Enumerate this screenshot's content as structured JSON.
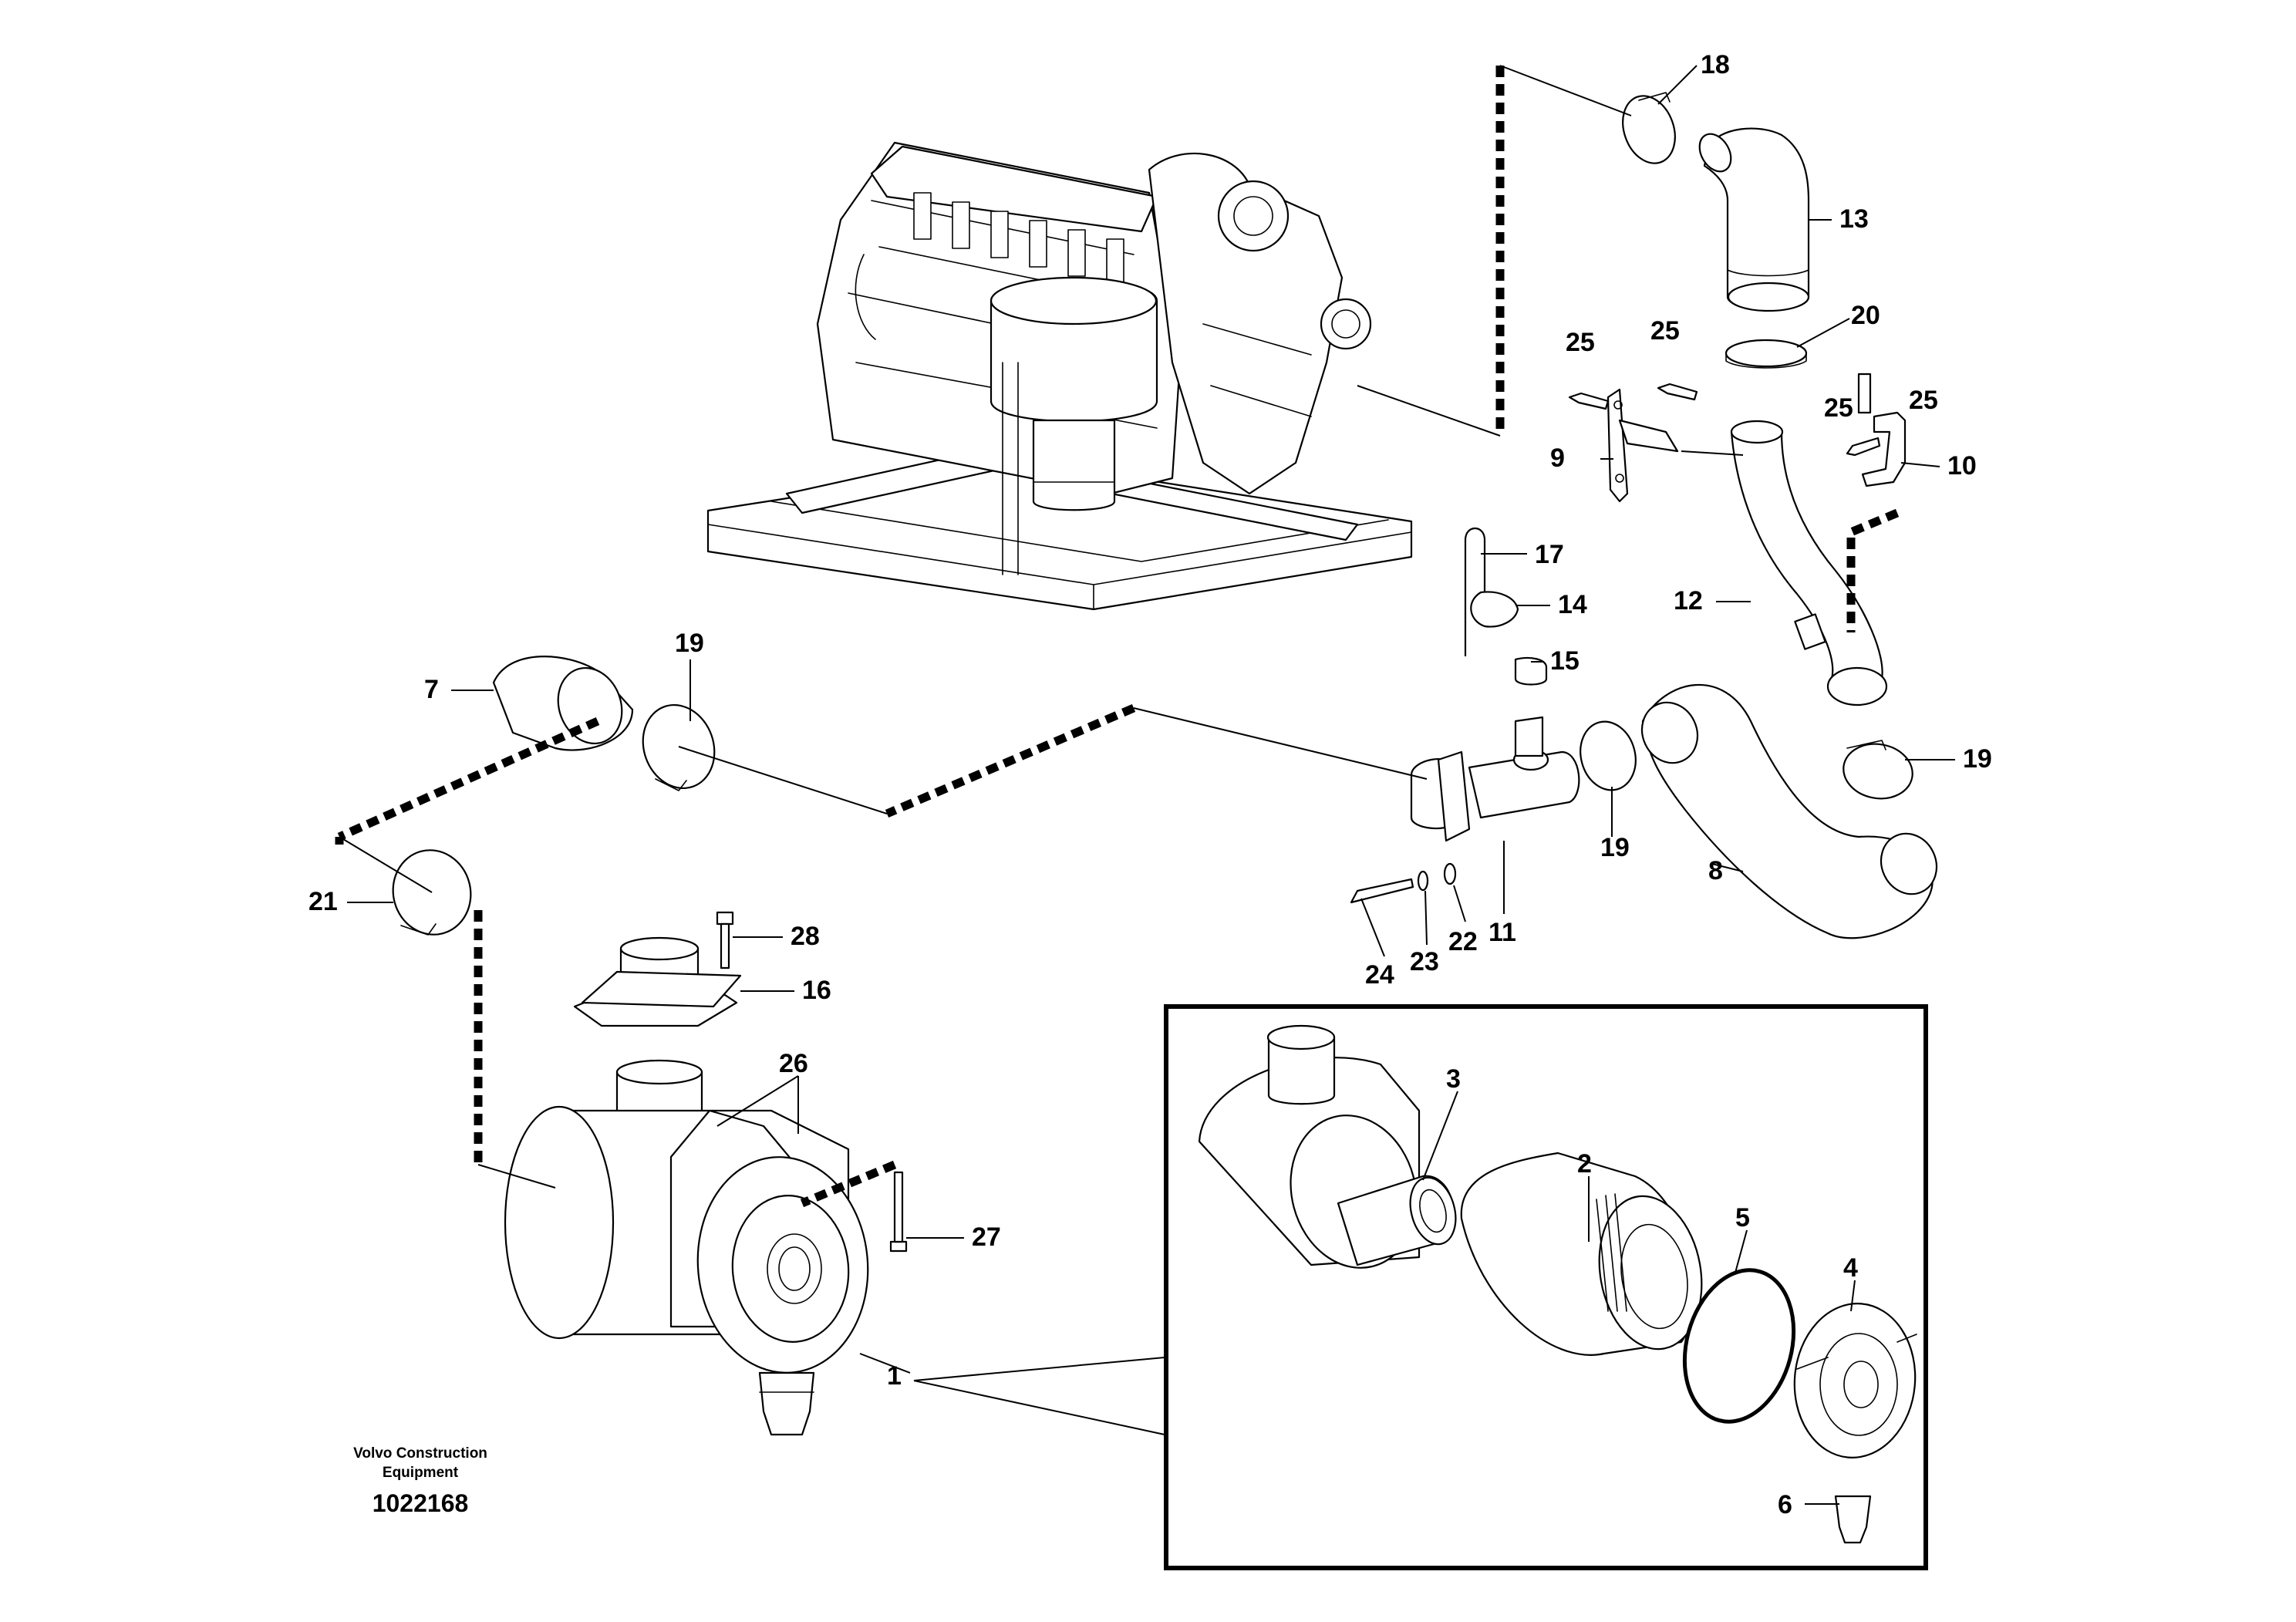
{
  "caption": {
    "company_line1": "Volvo Construction",
    "company_line2": "Equipment",
    "drawing_number": "1022168"
  },
  "callouts": [
    "18",
    "13",
    "20",
    "25",
    "25",
    "25",
    "25",
    "9",
    "10",
    "17",
    "14",
    "12",
    "15",
    "7",
    "19",
    "19",
    "19",
    "8",
    "11",
    "22",
    "23",
    "24",
    "21",
    "28",
    "16",
    "26",
    "27",
    "1",
    "3",
    "2",
    "5",
    "4",
    "6"
  ]
}
